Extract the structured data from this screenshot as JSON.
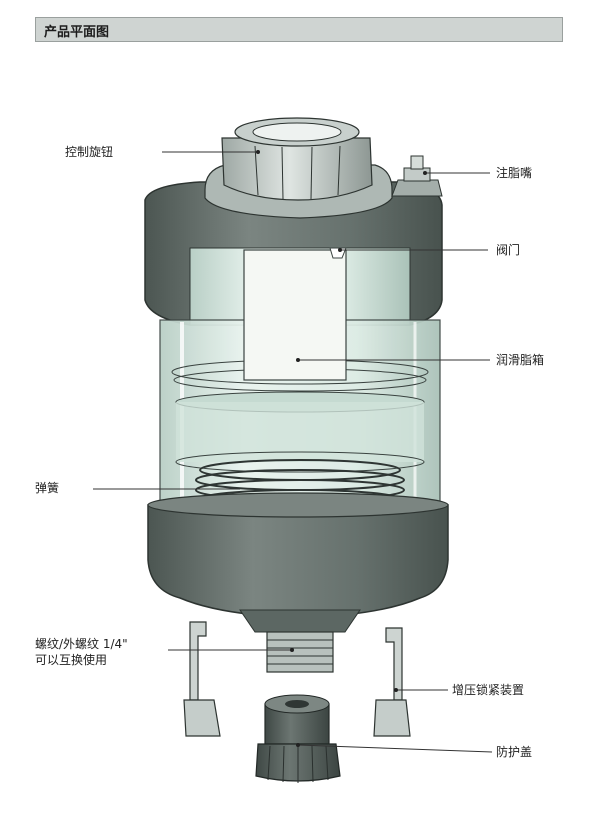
{
  "header": {
    "title": "产品平面图"
  },
  "labels": {
    "control_knob": "控制旋钮",
    "grease_nipple": "注脂嘴",
    "valve": "阀门",
    "grease_box": "润滑脂箱",
    "spring": "弹簧",
    "thread_line1": "螺纹/外螺纹 1/4\"",
    "thread_line2": "可以互换使用",
    "lock_device": "增压锁紧装置",
    "protective_cap": "防护盖"
  },
  "colors": {
    "housing": "#5f6a66",
    "housing_dark": "#48524e",
    "housing_light": "#87918d",
    "glass": "#dbe9e3",
    "inner_box": "#f3f7f3",
    "header_bg": "#cfd4d2"
  }
}
